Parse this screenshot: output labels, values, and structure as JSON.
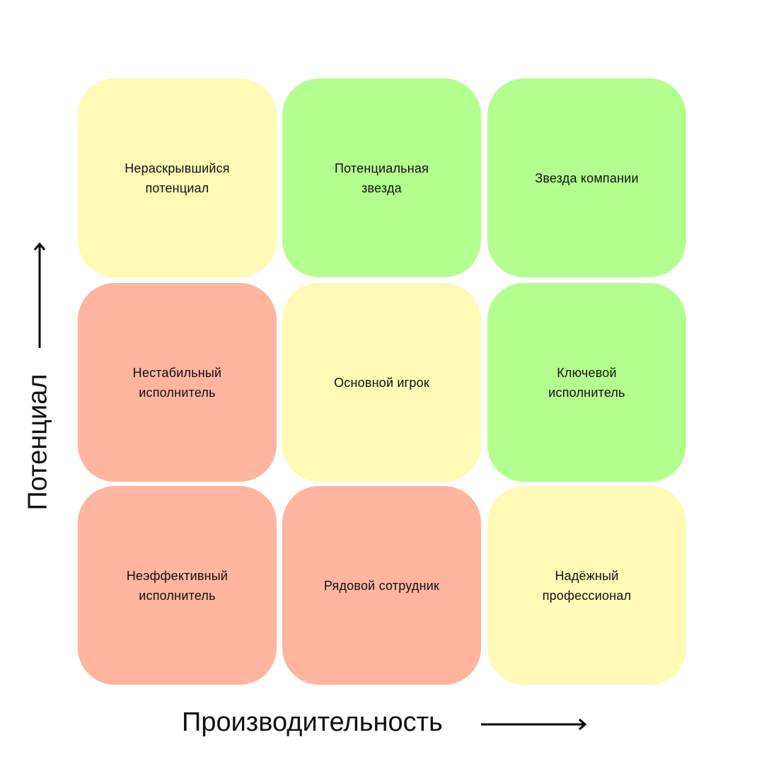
{
  "axes": {
    "y_label": "Потенциал",
    "x_label": "Производительность"
  },
  "colors": {
    "green": "#b3ff8f",
    "yellow": "#fffab6",
    "red": "#ffb5a0"
  },
  "grid": [
    {
      "label": "Нераскрывшийся\nпотенциал",
      "color": "yellow",
      "row": 0,
      "col": 0
    },
    {
      "label": "Потенциальная\nзвезда",
      "color": "green",
      "row": 0,
      "col": 1
    },
    {
      "label": "Звезда компании",
      "color": "green",
      "row": 0,
      "col": 2
    },
    {
      "label": "Нестабильный\nисполнитель",
      "color": "red",
      "row": 1,
      "col": 0
    },
    {
      "label": "Основной игрок",
      "color": "yellow",
      "row": 1,
      "col": 1
    },
    {
      "label": "Ключевой\nисполнитель",
      "color": "green",
      "row": 1,
      "col": 2
    },
    {
      "label": "Неэффективный\nисполнитель",
      "color": "red",
      "row": 2,
      "col": 0
    },
    {
      "label": "Рядовой сотрудник",
      "color": "red",
      "row": 2,
      "col": 1
    },
    {
      "label": "Надёжный\nпрофессионал",
      "color": "yellow",
      "row": 2,
      "col": 2
    }
  ]
}
